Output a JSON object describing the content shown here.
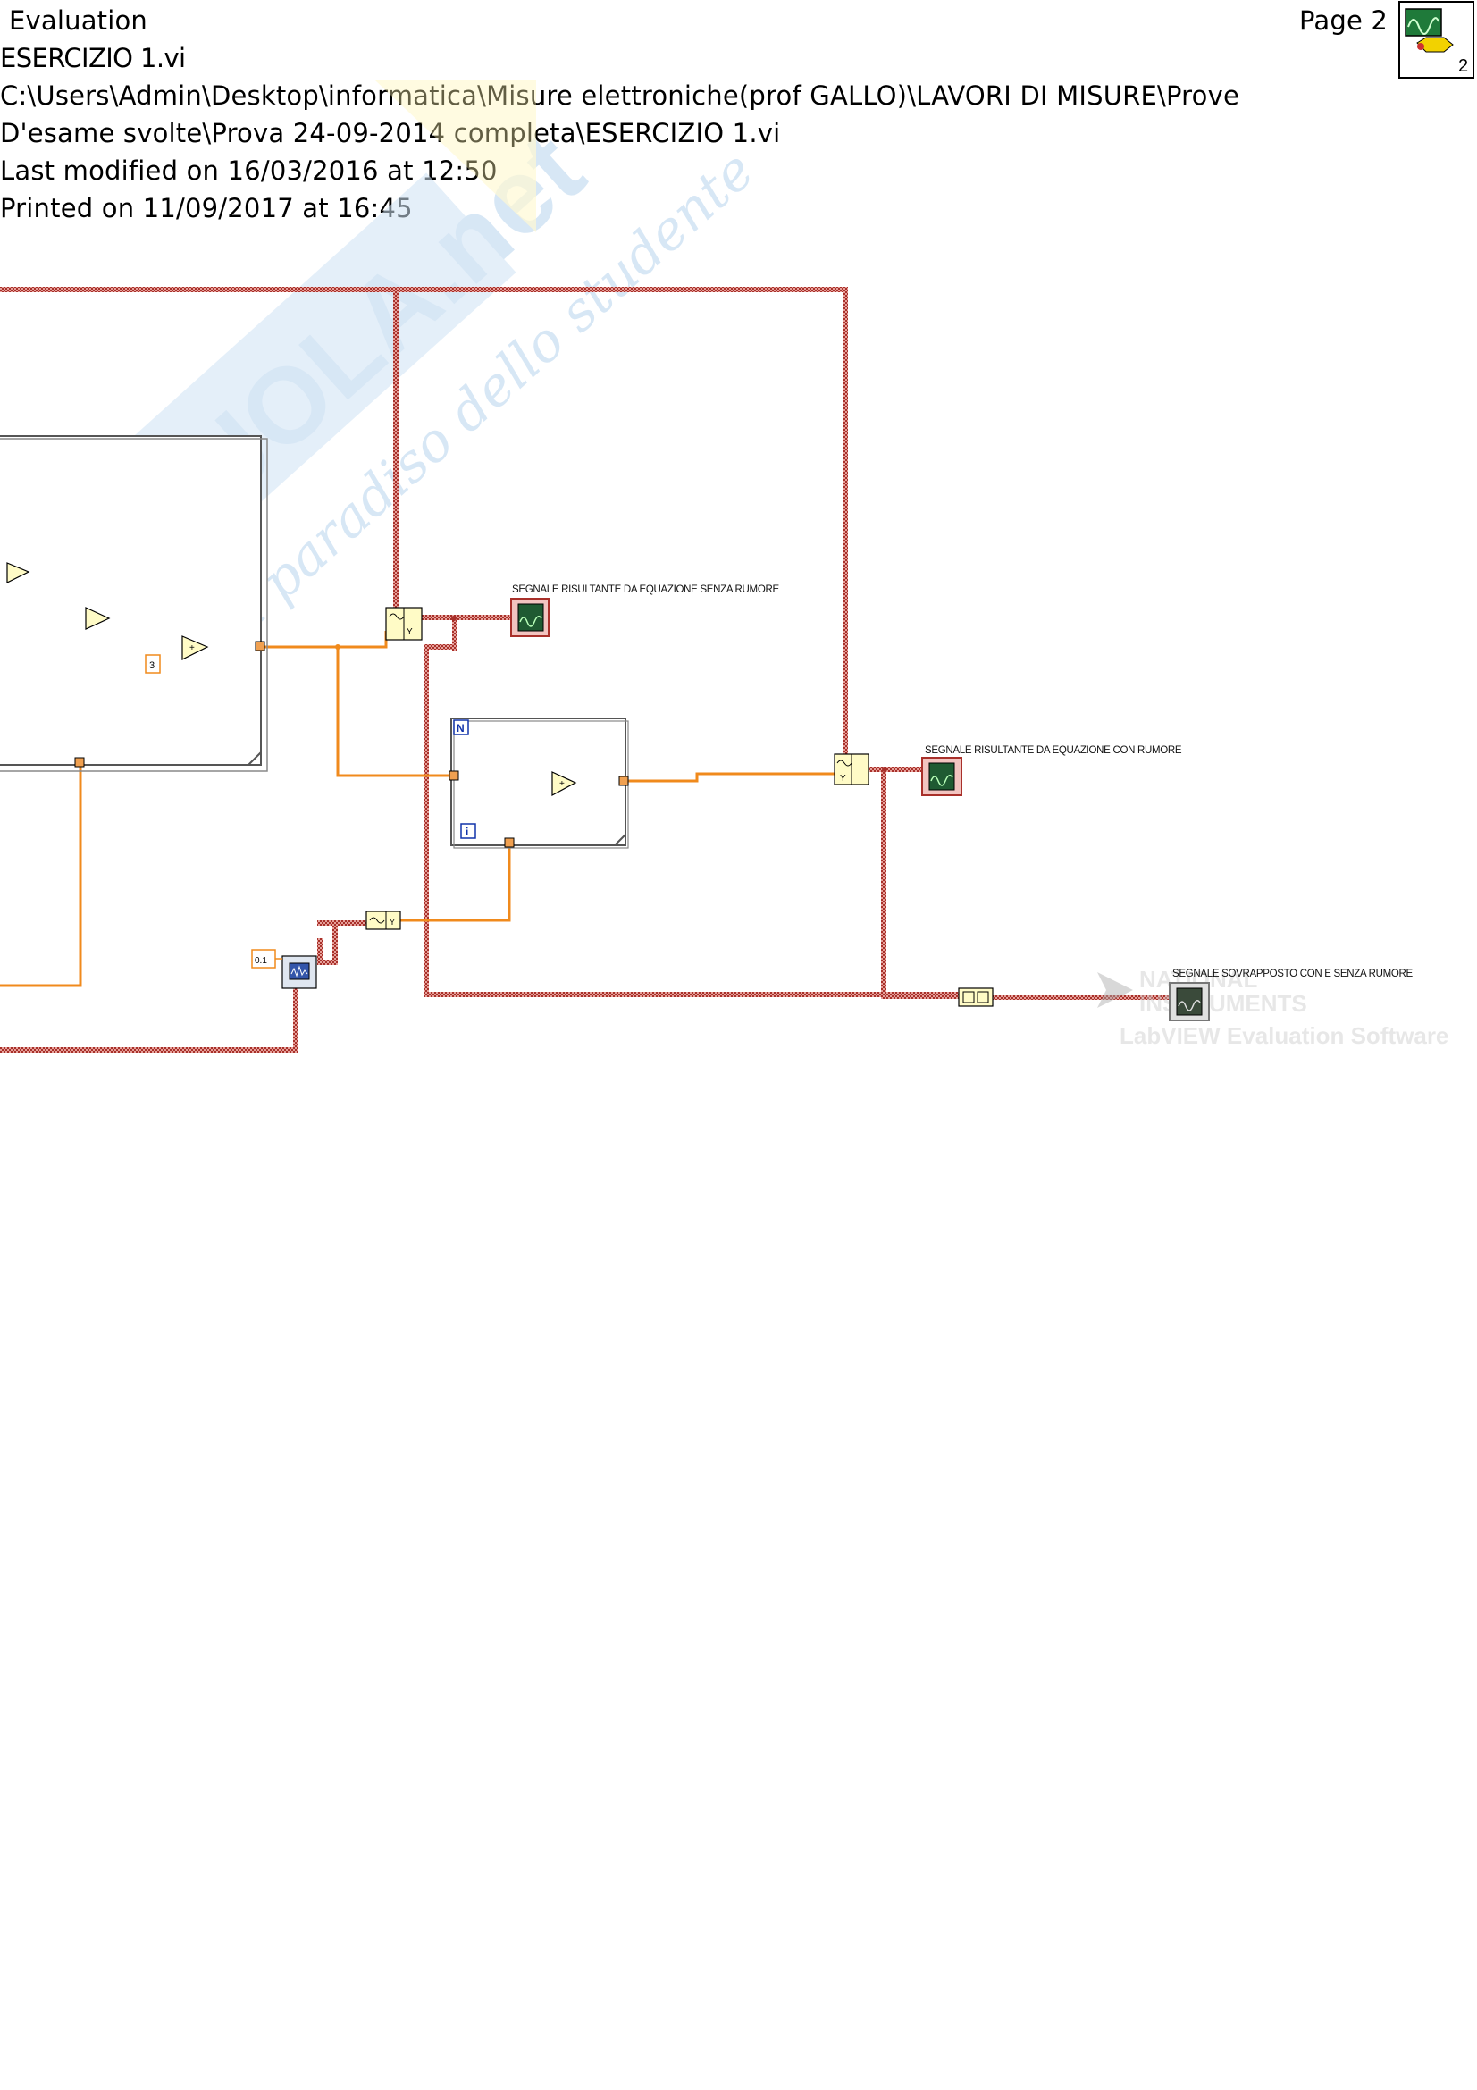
{
  "header": {
    "evaluation": "Evaluation",
    "page": "Page 2",
    "vi_name": "ESERCIZIO 1.vi",
    "path_line1": "C:\\Users\\Admin\\Desktop\\informatica\\Misure elettroniche(prof GALLO)\\LAVORI DI MISURE\\Prove",
    "path_line2": "D'esame svolte\\Prova 24-09-2014 completa\\ESERCIZIO 1.vi",
    "modified": "Last modified on 16/03/2016 at 12:50",
    "printed": "Printed on 11/09/2017 at 16:45",
    "icon_badge": "2"
  },
  "diagram": {
    "label_no_noise": "SEGNALE RISULTANTE DA EQUAZIONE SENZA RUMORE",
    "label_with_noise": "SEGNALE RISULTANTE DA EQUAZIONE CON RUMORE",
    "label_overlay": "SEGNALE SOVRAPPOSTO CON E SENZA RUMORE",
    "const_three": "3",
    "const_noise": "0.1",
    "loop_count": "N",
    "loop_index": "i"
  },
  "watermark": {
    "brand": "SKUOLA.net",
    "tagline": "il paradiso dello studente",
    "ni_logo_line1": "NATIONAL",
    "ni_logo_line2": "INSTRUMENTS",
    "ni_eval": "LabVIEW Evaluation Software"
  },
  "colors": {
    "orange_wire": "#f08a1c",
    "waveform_wire": "#a8302a",
    "loop_border": "#555555",
    "watermark_blue": "#cfe3f5",
    "watermark_yellow": "#fff3b0"
  }
}
